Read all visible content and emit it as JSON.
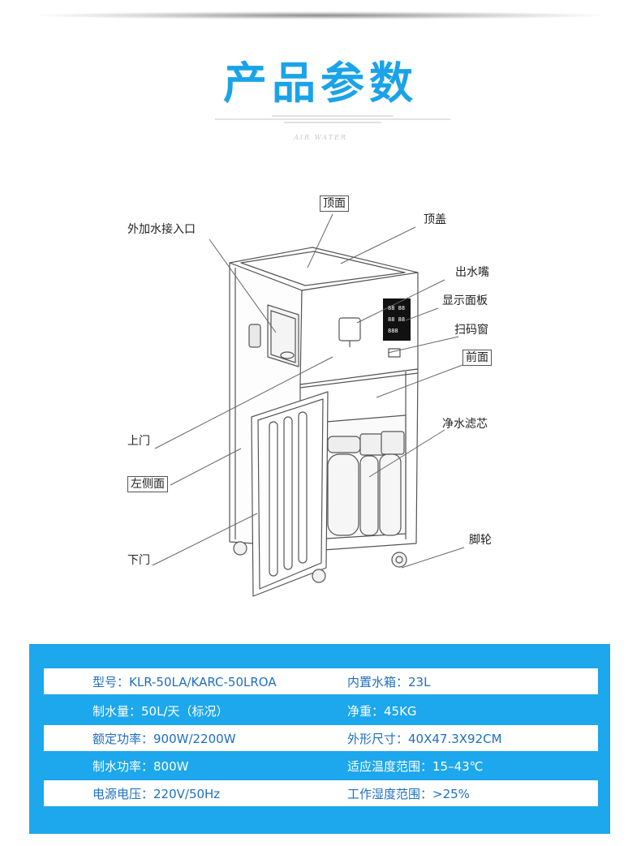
{
  "header": {
    "title": "产品参数",
    "subtitle": "AIR WATER"
  },
  "callouts": {
    "top_face": "顶面",
    "top_cover": "顶盖",
    "external_inlet": "外加水接入口",
    "water_outlet": "出水嘴",
    "display_panel": "显示面板",
    "scan_window": "扫码窗",
    "front_face": "前面",
    "filter": "净水滤芯",
    "upper_door": "上门",
    "left_side": "左侧面",
    "lower_door": "下门",
    "casters": "脚轮"
  },
  "specs": [
    {
      "left": "型号：KLR-50LA/KARC-50LROA",
      "right": "内置水箱：23L"
    },
    {
      "left": "制水量：50L/天（标况）",
      "right": "净重：45KG"
    },
    {
      "left": "额定功率：900W/2200W",
      "right": "外形尺寸：40X47.3X92CM"
    },
    {
      "left": "制水功率：800W",
      "right": "适应温度范围：15–43℃"
    },
    {
      "left": "电源电压：220V/50Hz",
      "right": "工作湿度范围：>25%"
    }
  ],
  "colors": {
    "accent": "#1aa3e8",
    "panel": "#1da7ec",
    "row_text": "#1e6fc0"
  }
}
